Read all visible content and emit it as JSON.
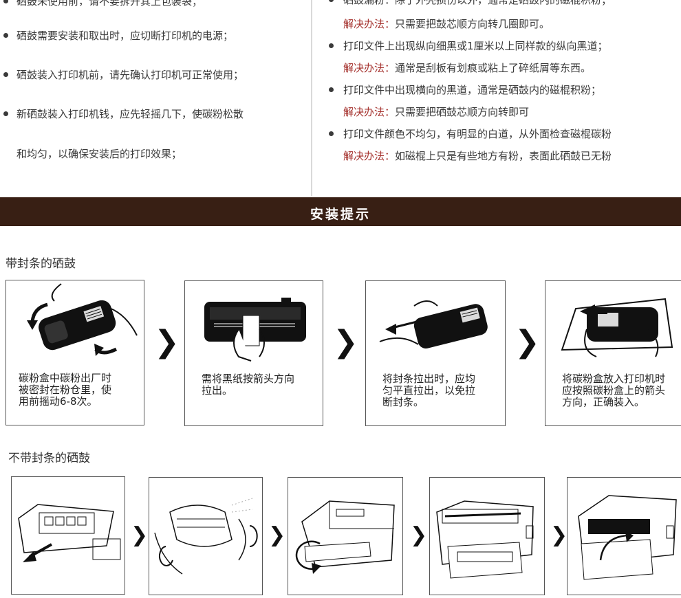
{
  "notes": {
    "left_items": [
      "硒鼓未使用前，请不要拆开其上包装袋；",
      "硒鼓需要安装和取出时，应切断打印机的电源；",
      "硒鼓装入打印机前，请先确认打印机可正常使用；",
      "新硒鼓装入打印机钱，应先轻摇几下，使碳粉松散",
      "和均匀，以确保安装后的打印效果；"
    ],
    "right_items": [
      {
        "problem": "硒鼓漏粉：除了外壳损伤以外，通常是硒鼓内的磁棍积粉；",
        "solution_label": "解决办法：",
        "solution": "只需要把鼓芯顺方向转几圈即可。"
      },
      {
        "problem": "打印文件上出现纵向细黑或1厘米以上同样款的纵向黑道；",
        "solution_label": "解决办法：",
        "solution": "通常是刮板有划痕或粘上了碎纸屑等东西。"
      },
      {
        "problem": "打印文件中出现横向的黑道，通常是硒鼓内的磁棍积粉；",
        "solution_label": "解决办法：",
        "solution": "只需要把硒鼓芯顺方向转即可"
      },
      {
        "problem": "打印文件颜色不均匀，有明显的白道，从外面检查磁棍碳粉",
        "solution_label": "解决办法：",
        "solution": "如磁棍上只是有些地方有粉，表面此硒鼓已无粉"
      }
    ]
  },
  "section_title": "安装提示",
  "with_seal": {
    "label": "带封条的硒鼓",
    "steps": [
      {
        "caption": [
          "碳粉盒中碳粉出厂时",
          "被密封在粉仓里，使",
          "用前摇动6-8次。"
        ],
        "illustration": "shake-cartridge-icon"
      },
      {
        "caption": [
          "需将黑纸按箭头方向",
          "拉出。"
        ],
        "illustration": "remove-black-paper-icon"
      },
      {
        "caption": [
          "将封条拉出时，应均",
          "匀平直拉出，以免拉",
          "断封条。"
        ],
        "illustration": "pull-seal-icon"
      },
      {
        "caption": [
          "将碳粉盒放入打印机时",
          "应按照碳粉盒上的箭头",
          "方向，正确装入。"
        ],
        "illustration": "insert-cartridge-icon"
      }
    ],
    "separator": "❯"
  },
  "without_seal": {
    "label": "不带封条的硒鼓",
    "steps": [
      {
        "illustration": "unpack-cartridge-icon"
      },
      {
        "illustration": "rock-cartridge-icon"
      },
      {
        "illustration": "open-printer-cover-icon"
      },
      {
        "illustration": "printer-open-icon"
      },
      {
        "illustration": "install-cartridge-printer-icon"
      }
    ],
    "separator": "❯"
  }
}
